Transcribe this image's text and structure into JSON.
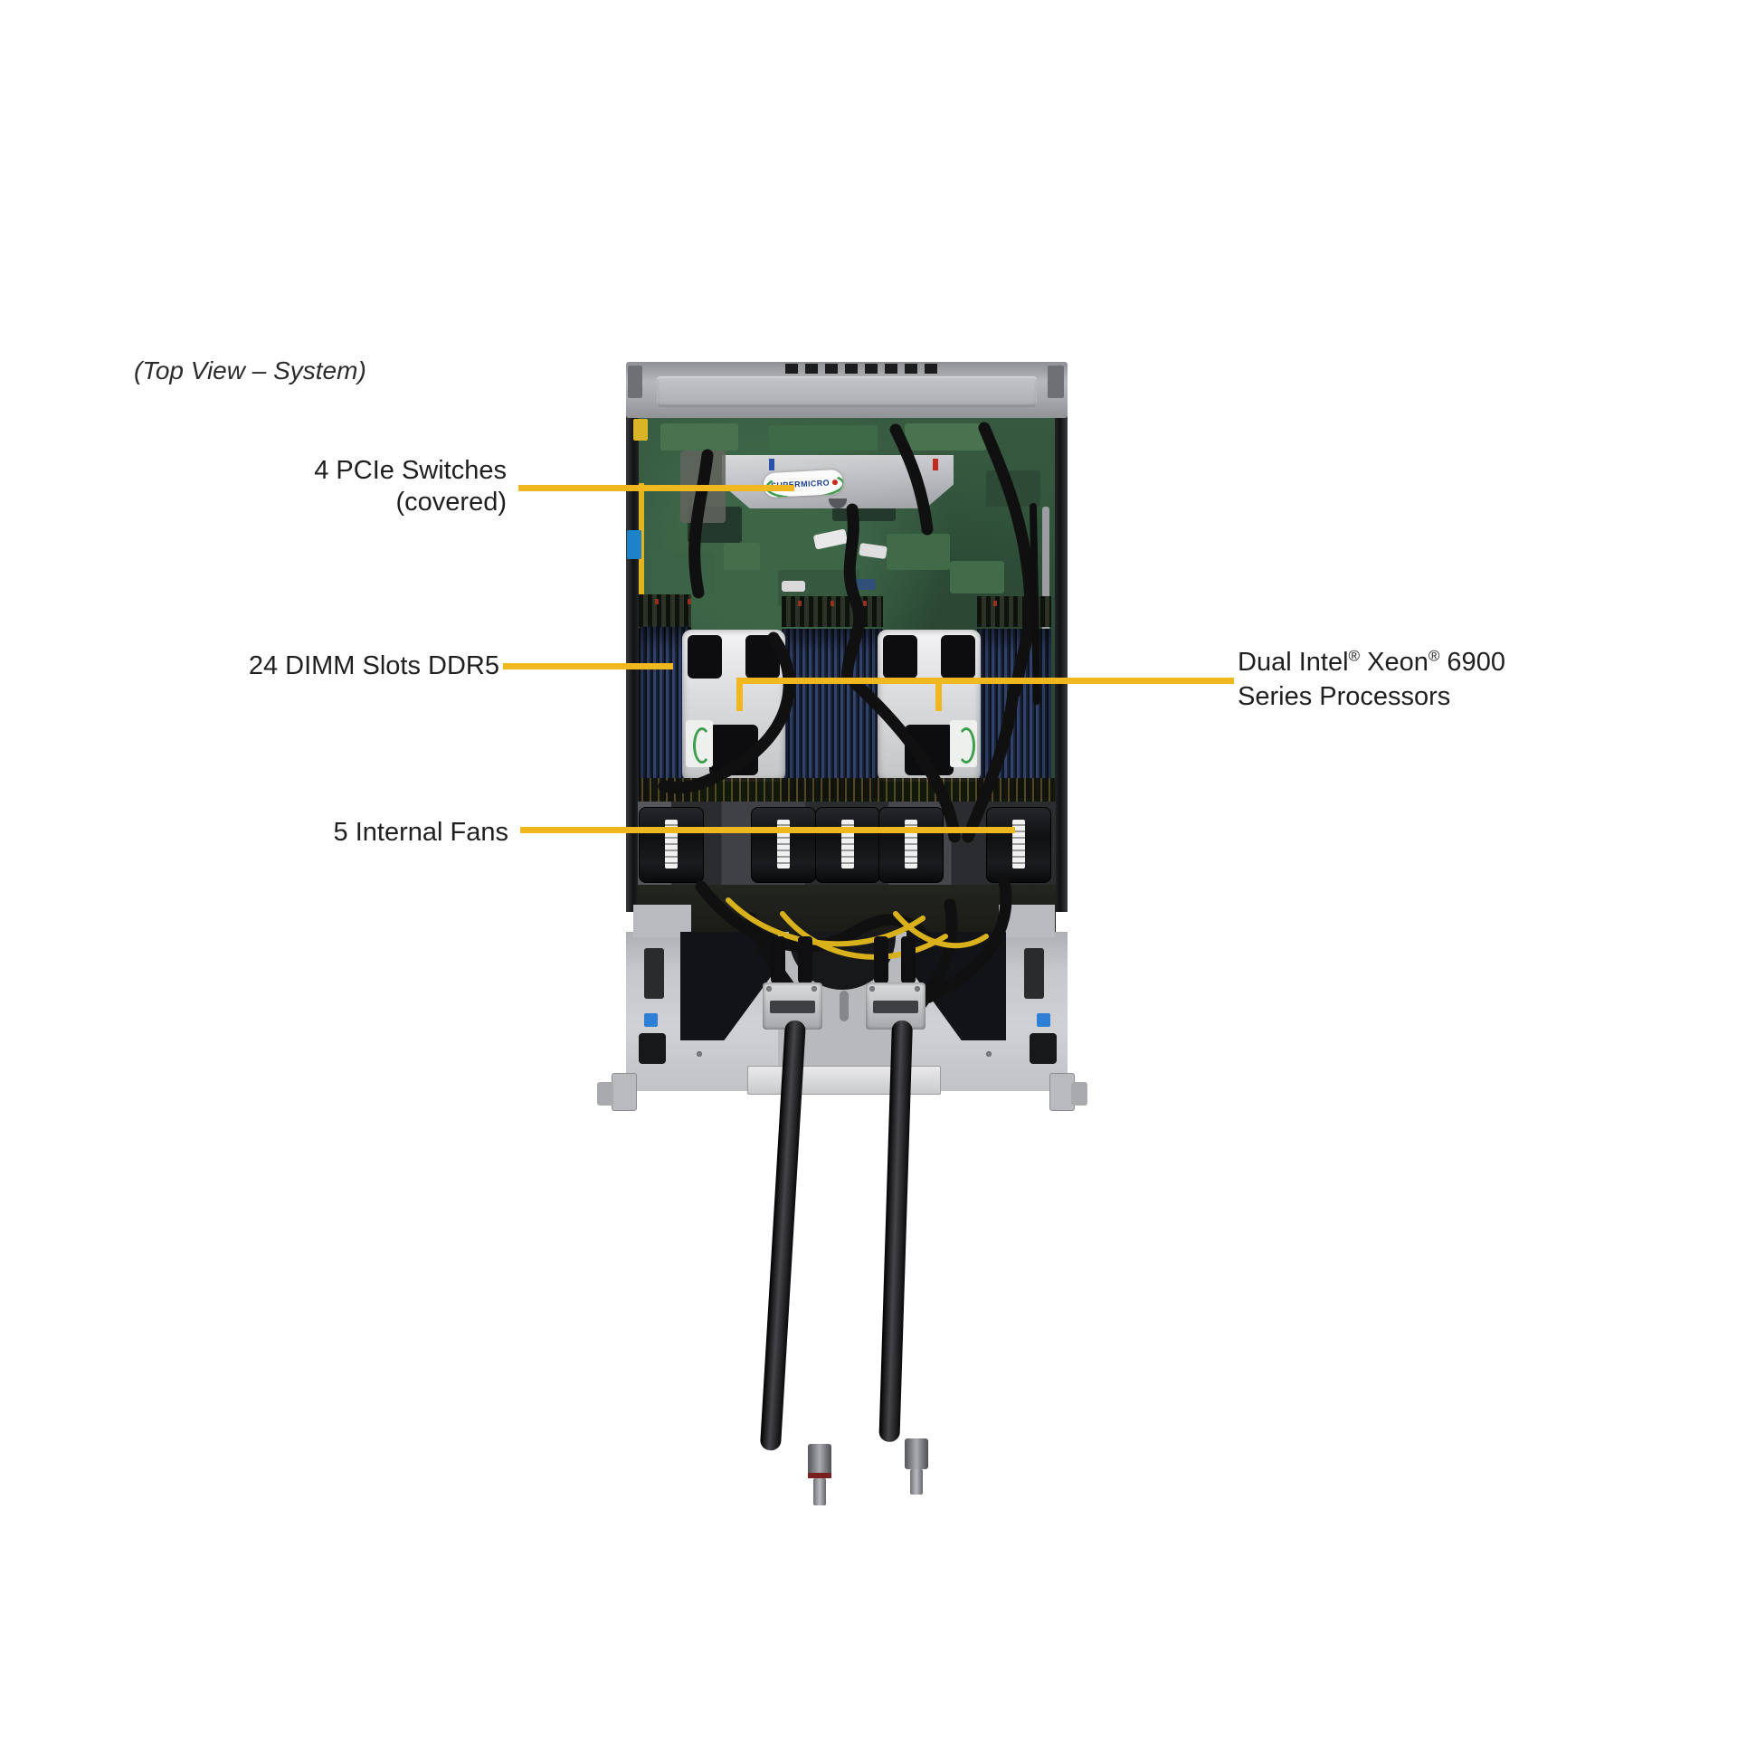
{
  "caption": "(Top View – System)",
  "annotations": {
    "pcie": {
      "line1": "4 PCIe Switches",
      "line2": "(covered)"
    },
    "dimm": {
      "label": "24 DIMM Slots DDR5"
    },
    "cpu": {
      "seg1": "Dual Intel",
      "sup1": "®",
      "seg2": " Xeon",
      "sup2": "®",
      "seg3": " 6900",
      "line2": "Series Processors"
    },
    "fans": {
      "label": "5 Internal Fans"
    }
  },
  "photo": {
    "logo_text": "SUPERMICRO"
  },
  "colors": {
    "callout_line": "#F0B81E",
    "label_text": "#1F1F1F",
    "chassis_silver": "#ADAEB2",
    "pcb_green": "#34573E",
    "dimm_blue": "#32436B",
    "tray_gray": "#C3C5C9",
    "cable_yellow": "#D9B11A",
    "accent_blue": "#2F7FD6",
    "logo_blue": "#1B3F8F",
    "logo_green": "#3F9E4D",
    "logo_red": "#C92A1E"
  }
}
